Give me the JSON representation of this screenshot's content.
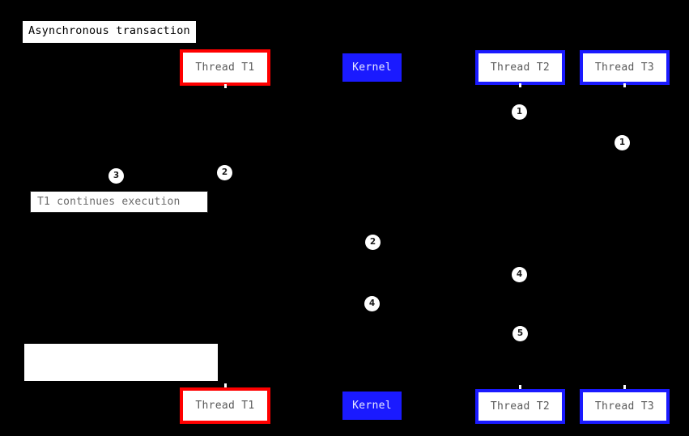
{
  "diagram": {
    "title": "Asynchronous transaction",
    "background_color": "#000000",
    "type": "sequence-diagram"
  },
  "colors": {
    "background": "#000000",
    "box_fill": "#ffffff",
    "thread_t1_border": "#ff0000",
    "thread_t2_border": "#1a1aff",
    "thread_t3_border": "#1a1aff",
    "kernel_fill": "#1a1aff",
    "kernel_text": "#e8e8ff",
    "lifeline_text": "#5a5a5a",
    "badge_fill": "#ffffff",
    "badge_text": "#1c1c1c",
    "note_text": "#6b6b6b"
  },
  "lifelines_top": [
    {
      "label": "Thread T1",
      "style": "red"
    },
    {
      "label": "Kernel",
      "style": "filled"
    },
    {
      "label": "Thread T2",
      "style": "blue"
    },
    {
      "label": "Thread T3",
      "style": "blue"
    }
  ],
  "lifelines_bottom": [
    {
      "label": "Thread T1",
      "style": "red"
    },
    {
      "label": "Kernel",
      "style": "filled"
    },
    {
      "label": "Thread T2",
      "style": "blue"
    },
    {
      "label": "Thread T3",
      "style": "blue"
    }
  ],
  "badges": [
    {
      "number": "1"
    },
    {
      "number": "1"
    },
    {
      "number": "3"
    },
    {
      "number": "2"
    },
    {
      "number": "2"
    },
    {
      "number": "4"
    },
    {
      "number": "4"
    },
    {
      "number": "5"
    }
  ],
  "notes": [
    {
      "text": "T1 continues execution"
    },
    {
      "text": ""
    }
  ]
}
